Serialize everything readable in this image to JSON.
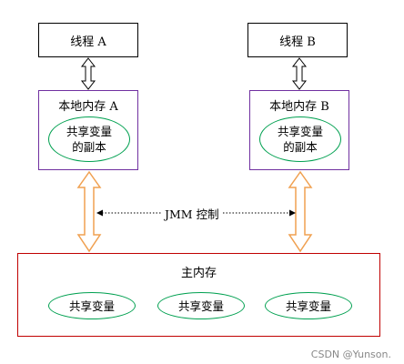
{
  "thread_a": {
    "label": "线程 A"
  },
  "thread_b": {
    "label": "线程 B"
  },
  "local_a": {
    "title": "本地内存 A",
    "copy_line1": "共享变量",
    "copy_line2": "的副本"
  },
  "local_b": {
    "title": "本地内存 B",
    "copy_line1": "共享变量",
    "copy_line2": "的副本"
  },
  "jmm": {
    "label": "JMM 控制"
  },
  "main_memory": {
    "title": "主内存",
    "variables": [
      "共享变量",
      "共享变量",
      "共享变量"
    ]
  },
  "watermark": "CSDN @Yunson.",
  "colors": {
    "local_border": "#7030a0",
    "main_border": "#c00000",
    "ellipse_border": "#00a050",
    "arrow_stroke": "#f0a050"
  }
}
